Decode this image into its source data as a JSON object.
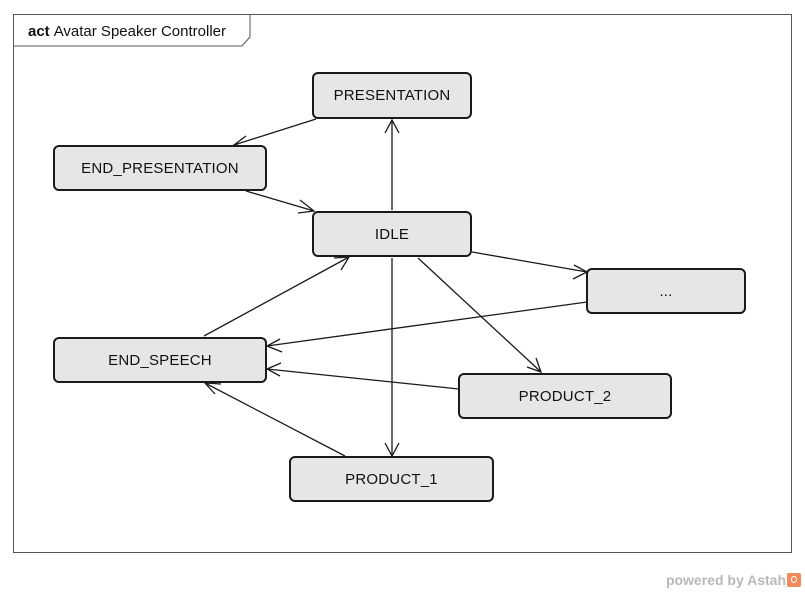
{
  "frame": {
    "keyword": "act",
    "title": "Avatar Speaker Controller"
  },
  "states": {
    "presentation": "PRESENTATION",
    "end_presentation": "END_PRESENTATION",
    "idle": "IDLE",
    "ellipsis": "...",
    "end_speech": "END_SPEECH",
    "product_2": "PRODUCT_2",
    "product_1": "PRODUCT_1"
  },
  "transitions": [
    {
      "from": "PRESENTATION",
      "to": "END_PRESENTATION"
    },
    {
      "from": "END_PRESENTATION",
      "to": "IDLE"
    },
    {
      "from": "IDLE",
      "to": "PRESENTATION"
    },
    {
      "from": "IDLE",
      "to": "..."
    },
    {
      "from": "IDLE",
      "to": "PRODUCT_2"
    },
    {
      "from": "IDLE",
      "to": "PRODUCT_1"
    },
    {
      "from": "END_SPEECH",
      "to": "IDLE"
    },
    {
      "from": "...",
      "to": "END_SPEECH"
    },
    {
      "from": "PRODUCT_2",
      "to": "END_SPEECH"
    },
    {
      "from": "PRODUCT_1",
      "to": "END_SPEECH"
    }
  ],
  "brand": {
    "text": "powered by Astah"
  }
}
